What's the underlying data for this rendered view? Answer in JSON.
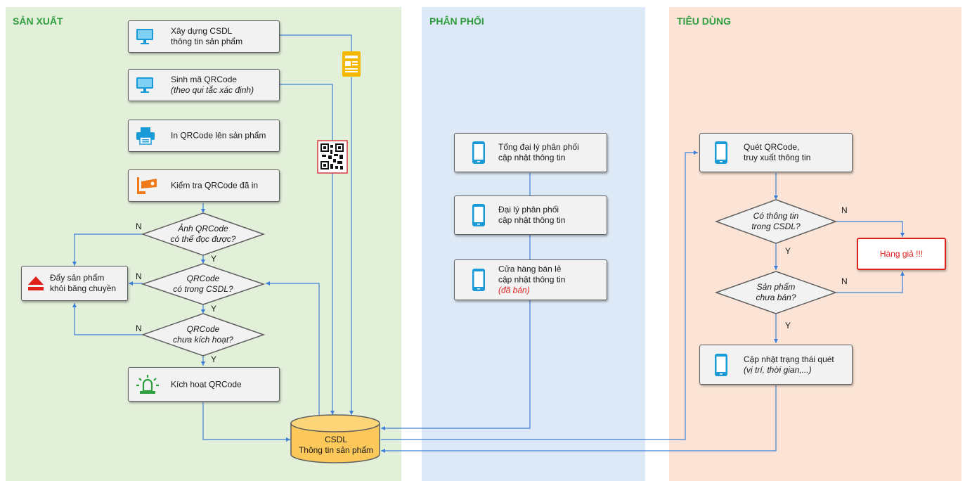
{
  "lanes": {
    "production": "SẢN XUẤT",
    "distribution": "PHÂN PHỐI",
    "consumption": "TIÊU DÙNG"
  },
  "production": {
    "build_db": {
      "line1": "Xây dựng CSDL",
      "line2": "thông tin sản phẩm"
    },
    "gen_qr": {
      "line1": "Sinh mã QRCode",
      "line2": "(theo qui tắc xác định)"
    },
    "print_qr": {
      "line1": "In QRCode lên sản phẩm"
    },
    "check_qr": {
      "line1": "Kiểm tra QRCode đã in"
    },
    "d1": {
      "line1": "Ảnh QRCode",
      "line2": "có thể đọc được?"
    },
    "d2": {
      "line1": "QRCode",
      "line2": "có trong CSDL?"
    },
    "d3": {
      "line1": "QRCode",
      "line2": "chưa kích hoạt?"
    },
    "reject": {
      "line1": "Đẩy sản phẩm",
      "line2": "khỏi băng chuyền"
    },
    "activate": {
      "line1": "Kích hoạt QRCode"
    }
  },
  "database": {
    "line1": "CSDL",
    "line2": "Thông tin sản phẩm"
  },
  "distribution": {
    "general_agent": {
      "line1": "Tổng đại lý phân phối",
      "line2": "cập nhật thông tin"
    },
    "agent": {
      "line1": "Đại lý phân phối",
      "line2": "cập nhật thông tin"
    },
    "retail": {
      "line1": "Cửa hàng bán lẻ",
      "line2": "cập nhật thông tin",
      "line3": "(đã bán)"
    }
  },
  "consumption": {
    "scan": {
      "line1": "Quét QRCode,",
      "line2": "truy xuất thông tin"
    },
    "d4": {
      "line1": "Có thông tin",
      "line2": "trong CSDL?"
    },
    "d5": {
      "line1": "Sản phẩm",
      "line2": "chưa bán?"
    },
    "fake": {
      "line1": "Hàng giả !!!"
    },
    "update": {
      "line1": "Cập nhật trạng thái quét",
      "line2": "(vị trí, thời gian,...)"
    }
  },
  "labels": {
    "yes": "Y",
    "no": "N"
  },
  "colors": {
    "production_bg": "#e2efd9",
    "distribution_bg": "#dde9f6",
    "consumption_bg": "#fbe4d6",
    "accent_green": "#2e9e3e",
    "arrow": "#3d7fd6",
    "icon_blue": "#1a9ad6",
    "alert_red": "#e0201b"
  }
}
